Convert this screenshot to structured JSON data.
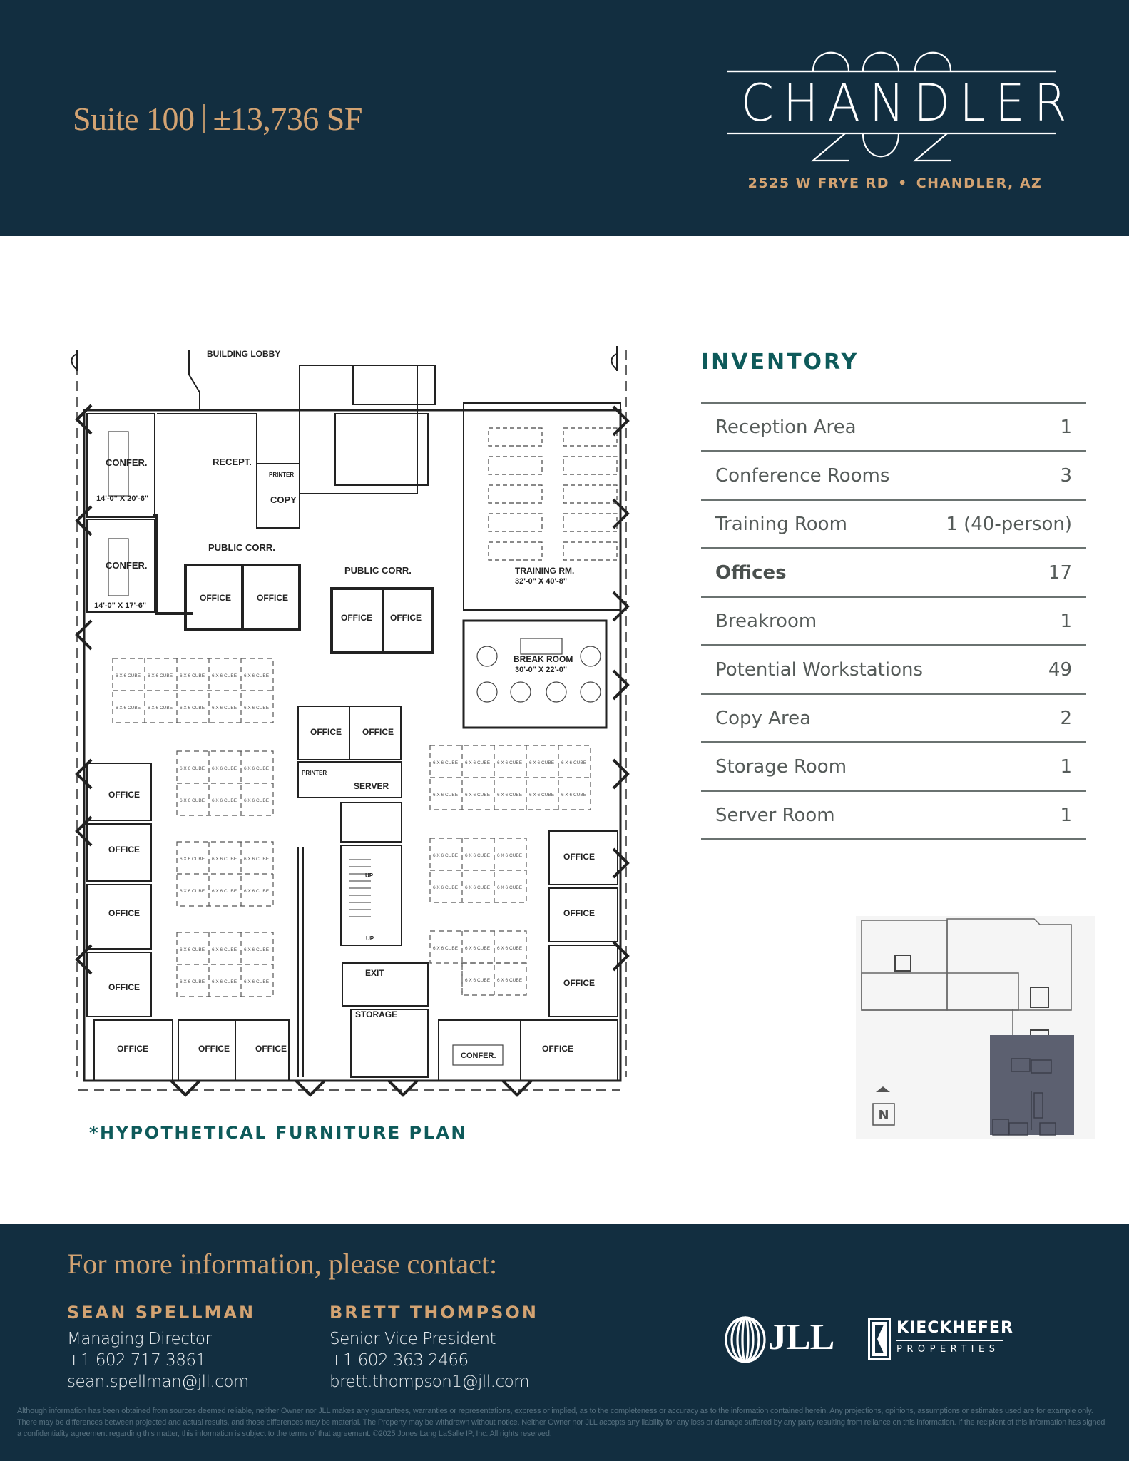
{
  "header": {
    "suite_label": "Suite 100",
    "area_label": "±13,736 SF",
    "logo": {
      "word": "CHANDLER",
      "number": "202"
    },
    "address": {
      "street": "2525 W FRYE RD",
      "separator": "•",
      "city": "CHANDLER, AZ"
    }
  },
  "floor_plan": {
    "labels": {
      "building_lobby": "BUILDING LOBBY",
      "confer_1": "CONFER.",
      "confer_1_dim": "14'-0\" X 20'-6\"",
      "confer_2": "CONFER.",
      "confer_2_dim": "14'-0\" X 17'-6\"",
      "recept": "RECEPT.",
      "printer": "PRINTER",
      "copy": "COPY",
      "public_corr_1": "PUBLIC CORR.",
      "public_corr_2": "PUBLIC CORR.",
      "training_rm": "TRAINING RM.",
      "training_dim": "32'-0\" X 40'-8\"",
      "break_room": "BREAK ROOM",
      "break_dim": "30'-0\" X 22'-0\"",
      "office": "OFFICE",
      "server": "SERVER",
      "storage": "STORAGE",
      "exit": "EXIT",
      "up": "UP",
      "confer_3": "CONFER.",
      "cube": "6 X 6 CUBE"
    },
    "note": "*HYPOTHETICAL FURNITURE PLAN"
  },
  "inventory": {
    "title": "INVENTORY",
    "rows": [
      {
        "label": "Reception Area",
        "value": "1"
      },
      {
        "label": "Conference Rooms",
        "value": "3"
      },
      {
        "label": "Training Room",
        "value": "1 (40-person)"
      },
      {
        "label": "Offices",
        "value": "17"
      },
      {
        "label": "Breakroom",
        "value": "1"
      },
      {
        "label": "Potential Workstations",
        "value": "49"
      },
      {
        "label": "Copy Area",
        "value": "2"
      },
      {
        "label": "Storage Room",
        "value": "1"
      },
      {
        "label": "Server Room",
        "value": "1"
      }
    ]
  },
  "key_map": {
    "north_label": "N"
  },
  "footer": {
    "heading": "For more information, please contact:",
    "agents": [
      {
        "name": "SEAN SPELLMAN",
        "title": "Managing Director",
        "phone": "+1 602 717 3861",
        "email": "sean.spellman@jll.com"
      },
      {
        "name": "BRETT THOMPSON",
        "title": "Senior Vice President",
        "phone": "+1 602 363 2466",
        "email": "brett.thompson1@jll.com"
      }
    ],
    "logos": {
      "jll": "JLL",
      "kieckhefer_name": "KIECKHEFER",
      "kieckhefer_sub": "PROPERTIES"
    },
    "disclaimer": "Although information has been obtained from sources deemed reliable, neither Owner nor JLL makes any guarantees, warranties or representations, express or implied, as to the completeness or accuracy as to the information contained herein. Any projections, opinions, assumptions or estimates used are for example only. There may be differences between projected and actual results, and those differences may be material. The Property may be withdrawn without notice. Neither Owner nor JLL accepts any liability for any loss or damage suffered by any party resulting from reliance on this information. If the recipient of this information has signed a confidentiality agreement regarding this matter, this information is subject to the terms of that agreement. ©2025 Jones Lang LaSalle IP, Inc. All rights reserved."
  },
  "colors": {
    "navy": "#122e40",
    "gold": "#d3a372",
    "teal": "#0e5a5a",
    "rule_gray": "#6a7270",
    "text_gray": "#555b59",
    "keymap_highlight": "#5c6070"
  }
}
